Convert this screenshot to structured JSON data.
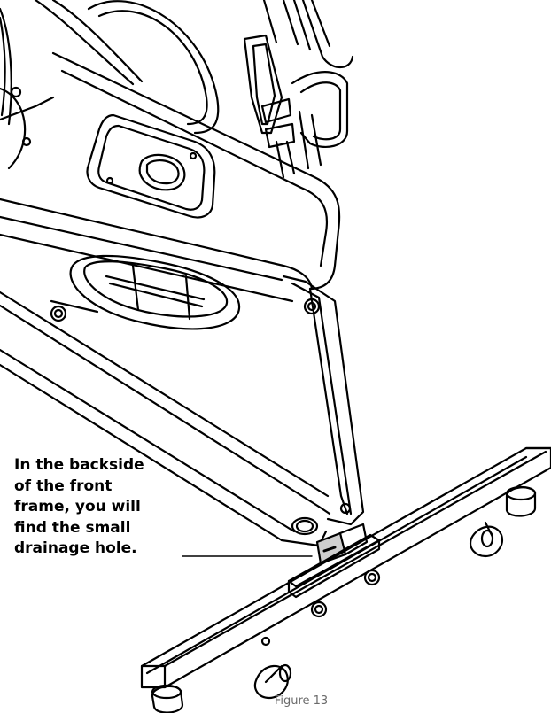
{
  "callout": {
    "lines": [
      "In the backside",
      "of the front",
      "frame, you will",
      "find the small",
      "drainage hole."
    ]
  },
  "caption": "Figure 13",
  "colors": {
    "line": "#000000",
    "shade": "#cfcfcf",
    "caption": "#6b6b6b"
  }
}
